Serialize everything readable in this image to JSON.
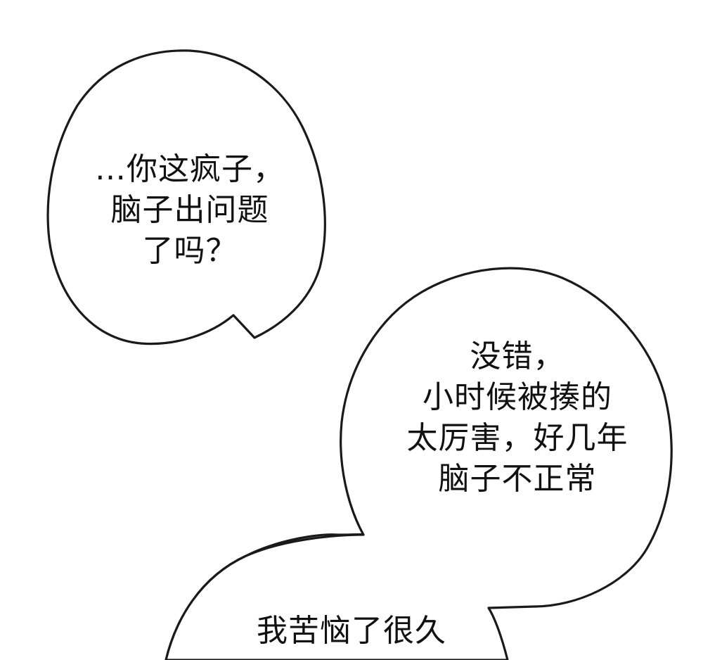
{
  "panel": {
    "background_color": "#ffffff",
    "stroke_color": "#1a1a1a",
    "text_color": "#111111"
  },
  "bubbles": [
    {
      "id": "bubble-1",
      "lines": [
        "…你这疯子，",
        "脑子出问题",
        "了吗？"
      ]
    },
    {
      "id": "bubble-2",
      "lines": [
        "没错，",
        "小时候被揍的",
        "太厉害，好几年",
        "脑子不正常"
      ]
    },
    {
      "id": "bubble-3",
      "lines": [
        "我苦恼了很久",
        ""
      ]
    }
  ]
}
